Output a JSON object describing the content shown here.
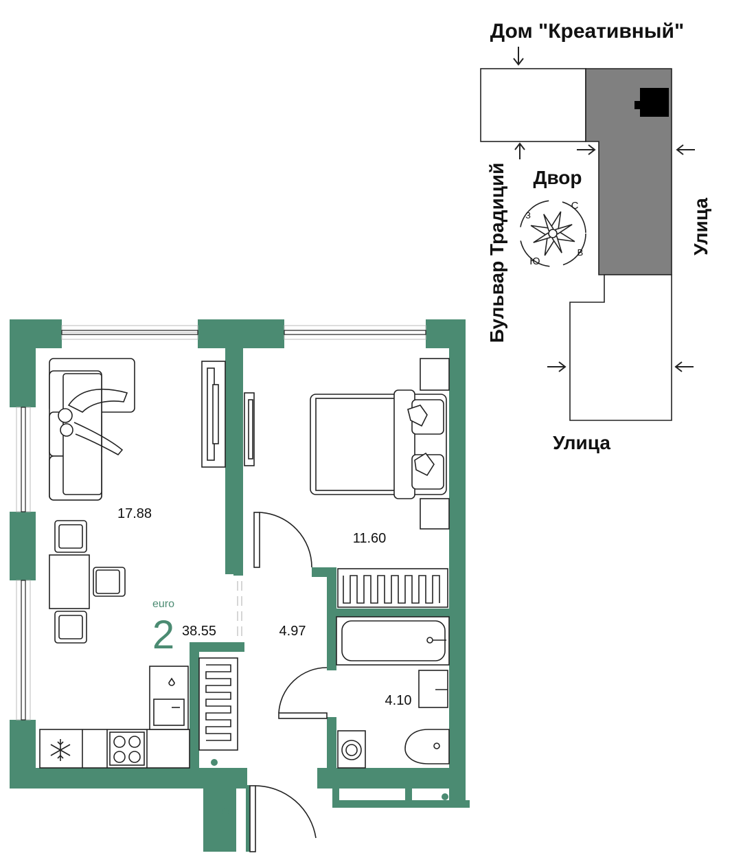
{
  "colors": {
    "wall": "#4b8b72",
    "building_dark": "#808080",
    "background": "#ffffff",
    "line": "#222222"
  },
  "site_plan": {
    "building_name": "Дом \"Креативный\"",
    "courtyard": "Двор",
    "boulevard": "Бульвар Традиций",
    "street_right": "Улица",
    "street_bottom": "Улица",
    "compass": {
      "north": "С",
      "east": "В",
      "south": "Ю",
      "west": "З"
    }
  },
  "apartment": {
    "type_label": "euro",
    "rooms": "2",
    "total_area": "38.55",
    "areas": {
      "living_kitchen": "17.88",
      "bedroom": "11.60",
      "hall": "4.97",
      "bathroom": "4.10"
    }
  },
  "icons": [
    "compass-rose-icon",
    "entrance-arrow-icon",
    "snowflake-icon",
    "stove-icon",
    "radiator-icon",
    "bathtub-icon",
    "toilet-icon",
    "washing-machine-icon",
    "sofa-icon",
    "bed-icon",
    "tv-icon",
    "chair-icon",
    "sink-icon"
  ]
}
